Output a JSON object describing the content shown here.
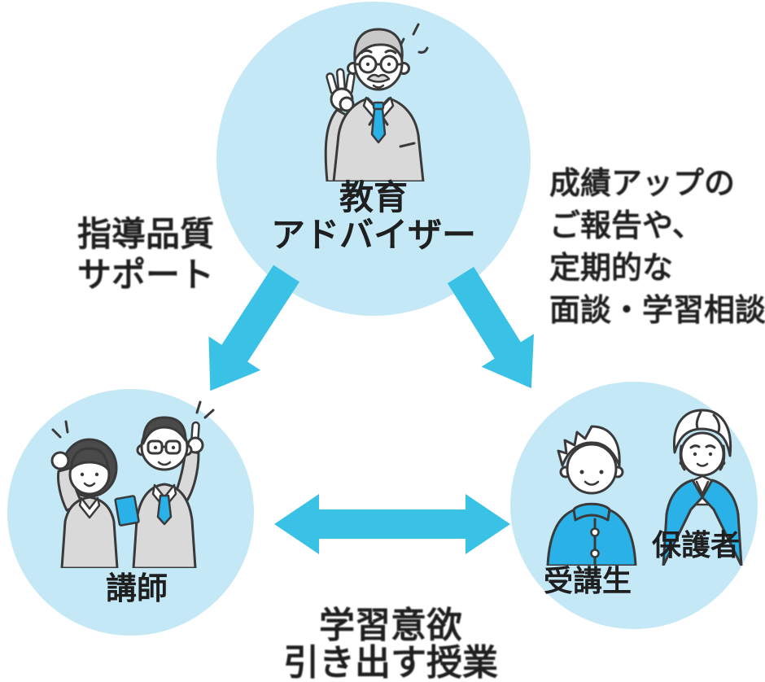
{
  "diagram": {
    "nodes": {
      "advisor": {
        "line1": "教育",
        "line2": "アドバイザー"
      },
      "instructor": {
        "label": "講師"
      },
      "student": {
        "label": "受講生"
      },
      "guardian": {
        "label": "保護者"
      }
    },
    "edges": {
      "advisor_instructor": {
        "line1": "指導品質",
        "line2": "サポート"
      },
      "advisor_family": {
        "line1": "成績アップの",
        "line2": "ご報告や、",
        "line3": "定期的な",
        "line4": "面談・学習相談"
      },
      "instructor_student": {
        "line1": "学習意欲",
        "line2": "引き出す授業"
      }
    },
    "icons": {
      "advisor": "advisor-ok-sign-illustration",
      "instructor": "instructor-pair-illustration",
      "family": "student-and-guardian-illustration"
    },
    "colors": {
      "circle_bg": "#c5e8f7",
      "arrow": "#39c2e6",
      "accent": "#29b1e8",
      "outline": "#3a3a3a",
      "suit": "#d9d9d9",
      "text": "#1f1f1f"
    }
  }
}
